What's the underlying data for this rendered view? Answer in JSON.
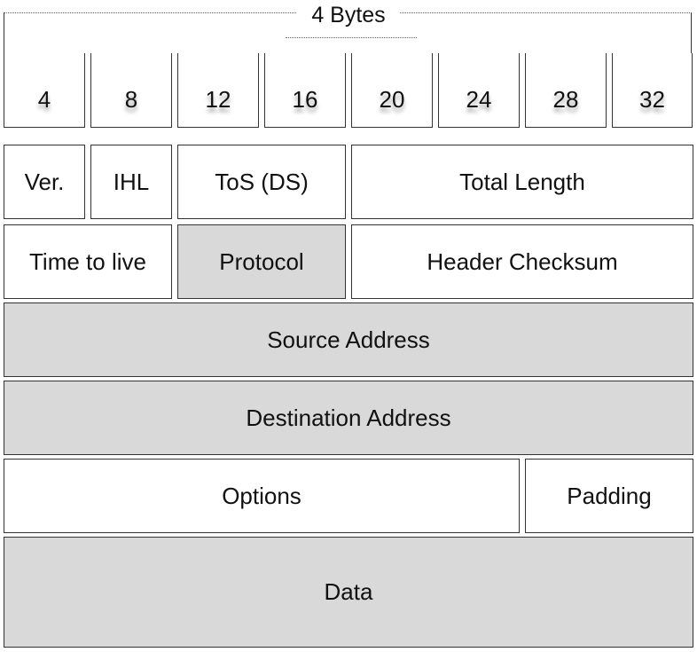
{
  "header": {
    "label": "4 Bytes"
  },
  "ticks": [
    "4",
    "8",
    "12",
    "16",
    "20",
    "24",
    "28",
    "32"
  ],
  "colors": {
    "shaded_field": "#d9d9d9",
    "plain_field": "#ffffff",
    "border": "#333333"
  },
  "rows": {
    "row1": {
      "version": "Ver.",
      "ihl": "IHL",
      "tos": "ToS (DS)",
      "total_length": "Total Length"
    },
    "row2": {
      "ttl": "Time to live",
      "protocol": "Protocol",
      "header_checksum": "Header Checksum"
    },
    "row3": {
      "source_address": "Source Address"
    },
    "row4": {
      "destination_address": "Destination Address"
    },
    "row5": {
      "options": "Options",
      "padding": "Padding"
    },
    "row6": {
      "data": "Data"
    }
  }
}
